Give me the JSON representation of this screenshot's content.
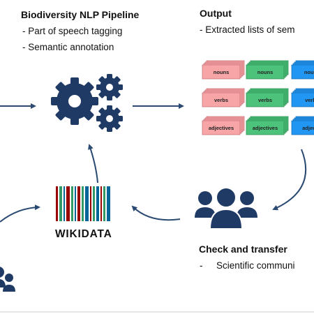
{
  "pipeline": {
    "title": "Biodiversity NLP Pipeline",
    "items": [
      "- Part of speech tagging",
      "- Semantic annotation"
    ]
  },
  "output": {
    "title": "Output",
    "items": [
      "- Extracted lists of sem"
    ]
  },
  "cards": {
    "rows": [
      [
        "nouns",
        "nouns",
        "noun"
      ],
      [
        "verbs",
        "verbs",
        "verb"
      ],
      [
        "adjectives",
        "adjectives",
        "adjecti"
      ]
    ],
    "column_colors": [
      "#f8a5a8",
      "#4dc27a",
      "#2196f3"
    ],
    "stroke_colors": [
      "#c97075",
      "#2f8f55",
      "#1a6fb3"
    ]
  },
  "wikidata": {
    "logo_text": "WIKIDATA",
    "bar_colors": [
      "#990000",
      "#339966",
      "#006699"
    ]
  },
  "check": {
    "title": "Check and transfer",
    "items": [
      "-",
      "Scientific communi"
    ]
  },
  "colors": {
    "navy": "#1f3a64",
    "arrow": "#2b4a72"
  }
}
